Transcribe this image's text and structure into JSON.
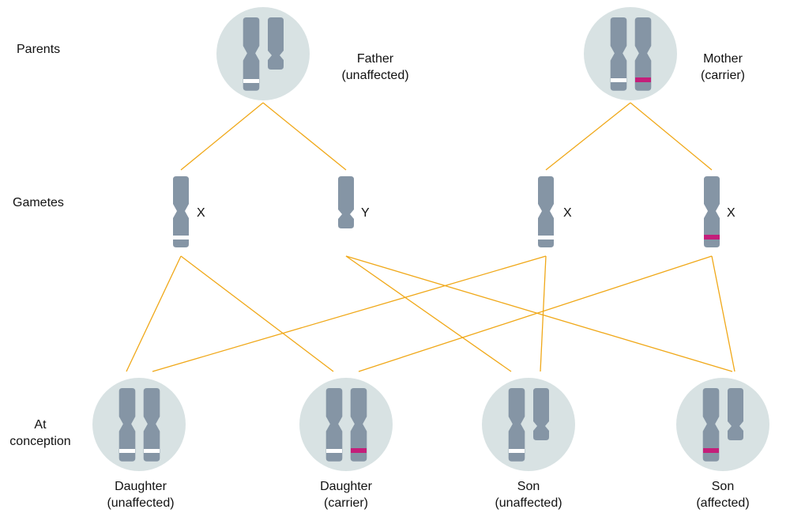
{
  "rows": {
    "parents": "Parents",
    "gametes": "Gametes",
    "conception_line1": "At",
    "conception_line2": "conception"
  },
  "parents": {
    "father": {
      "name": "Father",
      "status": "(unaffected)"
    },
    "mother": {
      "name": "Mother",
      "status": "(carrier)"
    }
  },
  "gametes": {
    "g1": "X",
    "g2": "Y",
    "g3": "X",
    "g4": "X"
  },
  "offspring": [
    {
      "name": "Daughter",
      "status": "(unaffected)"
    },
    {
      "name": "Daughter",
      "status": "(carrier)"
    },
    {
      "name": "Son",
      "status": "(unaffected)"
    },
    {
      "name": "Son",
      "status": "(affected)"
    }
  ],
  "colors": {
    "circle": "#d8e2e3",
    "chromosome": "#8595a5",
    "normal_band": "#ffffff",
    "mutant_band": "#c41e7a",
    "connector": "#f0a818"
  }
}
